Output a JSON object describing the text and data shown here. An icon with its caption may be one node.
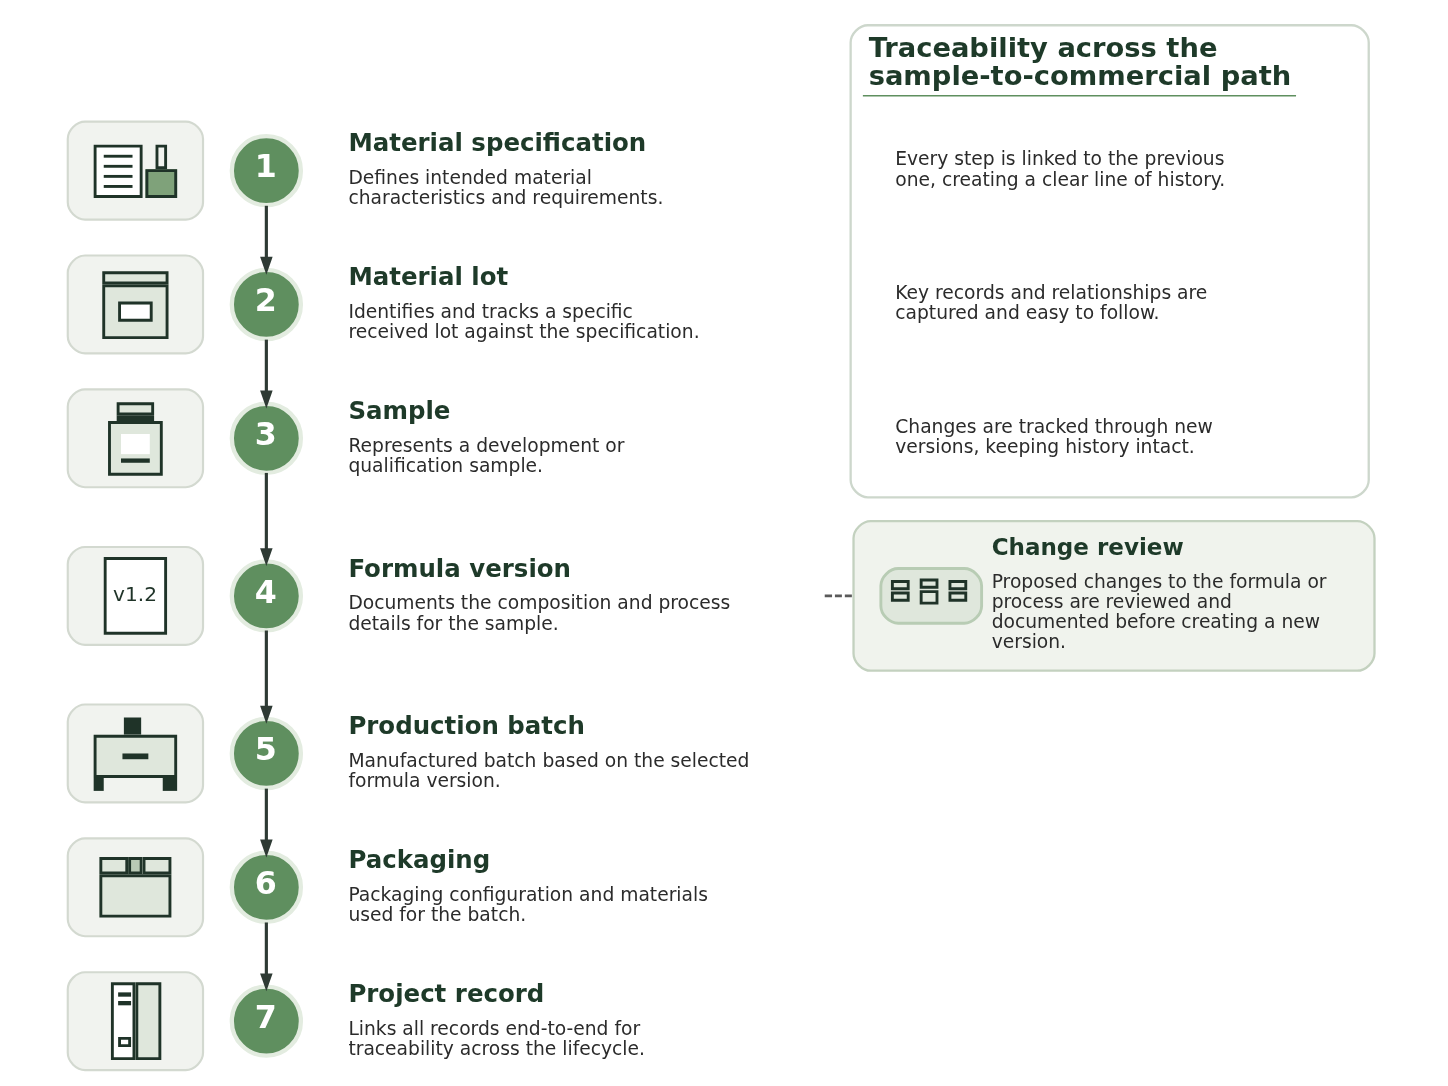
{
  "diagram": {
    "nodes": [
      {
        "text": [],
        "shape": "picture"
      },
      {
        "text": [
          "1"
        ]
      },
      {
        "text": [
          "Material specification",
          "Defines intended material characteristics and requirements."
        ]
      },
      {
        "text": [],
        "shape": "picture"
      },
      {
        "text": [
          "2"
        ]
      },
      {
        "text": [
          "Material lot",
          "Identifies and tracks a specific received lot against the specification."
        ]
      },
      {
        "text": [],
        "shape": "picture"
      },
      {
        "text": [
          "3"
        ]
      },
      {
        "text": [
          "Sample",
          "Represents a development or qualification sample."
        ]
      },
      {
        "text": [
          "v1.2"
        ]
      },
      {
        "text": [
          "4"
        ]
      },
      {
        "text": [
          "Formula version",
          "Documents the composition and process details for the sample."
        ]
      },
      {
        "text": [],
        "shape": "picture"
      },
      {
        "text": [
          "5"
        ]
      },
      {
        "text": [
          "Production batch",
          "Manufactured batch based on the selected formula version."
        ]
      },
      {
        "text": [],
        "shape": "picture"
      },
      {
        "text": [
          "6"
        ]
      },
      {
        "text": [
          "Packaging",
          "Packaging configuration and materials used for the batch."
        ]
      },
      {
        "text": [],
        "shape": "picture"
      },
      {
        "text": [
          "7"
        ]
      },
      {
        "text": [
          "Project record",
          "Links all records end-to-end for traceability across the lifecycle."
        ]
      },
      {
        "text": [
          "Traceability across the sample-to-commercial path"
        ]
      },
      {
        "text": [
          "Every step is linked to the previous one, creating a clear line of history."
        ],
        "in": 21
      },
      {
        "text": [
          "Key records and relationships are captured and easy to follow."
        ],
        "in": 21
      },
      {
        "text": [
          "Changes are tracked through new versions, keeping history intact."
        ],
        "in": 21
      },
      {
        "text": [
          "Change review",
          "Proposed changes to the formula or process are reviewed and documented before creating a new version."
        ]
      }
    ],
    "edges": [
      {
        "from": 1,
        "to": 4,
        "arrow": "to"
      },
      {
        "from": 4,
        "to": 7,
        "arrow": "to"
      },
      {
        "from": 7,
        "to": 10,
        "arrow": "to"
      },
      {
        "from": 10,
        "to": 13,
        "arrow": "to"
      },
      {
        "from": 13,
        "to": 16,
        "arrow": "to"
      },
      {
        "from": 16,
        "to": 19,
        "arrow": "to"
      },
      {
        "from": 11,
        "to": 25,
        "arrow": "none",
        "style": "dashed",
        "color": "#5a5a5a"
      }
    ]
  }
}
